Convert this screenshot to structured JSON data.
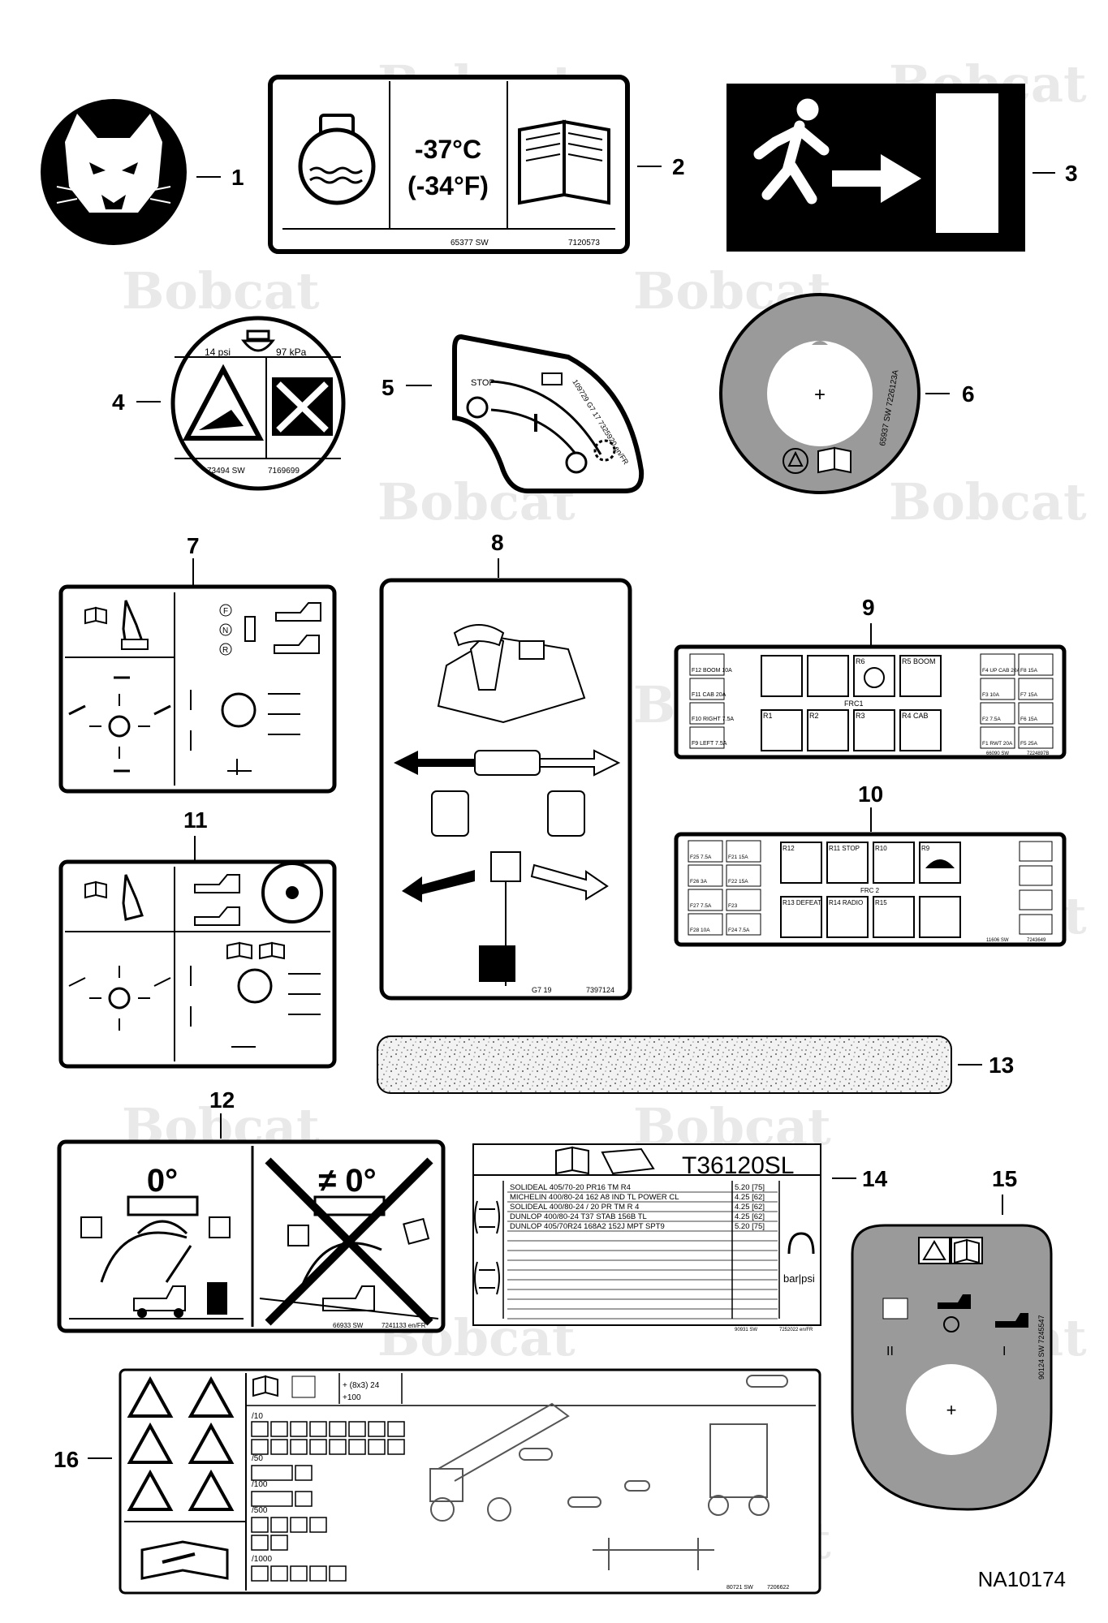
{
  "watermark": "Bobcat",
  "reference": "NA10174",
  "callouts": [
    "1",
    "2",
    "3",
    "4",
    "5",
    "6",
    "7",
    "8",
    "9",
    "10",
    "11",
    "12",
    "13",
    "14",
    "15",
    "16"
  ],
  "decal2": {
    "temp_c": "-37°C",
    "temp_f": "(-34°F)",
    "part_a": "65377 SW",
    "part_b": "7120573"
  },
  "decal4": {
    "psi": "14 psi",
    "kpa": "97 kPa",
    "part_a": "73494 SW",
    "part_b": "7169699"
  },
  "decal5": {
    "stop": "STOP",
    "part": "109729 G7 17 7325920 en/FR"
  },
  "decal6": {
    "part": "65937 SW  7226123A"
  },
  "decal8": {
    "part_a": "G7 19",
    "part_b": "7397124"
  },
  "decal9": {
    "fuses_left": [
      "F12 BOOM 10A",
      "F11 CAB 20A",
      "F10 RIGHT 7.5A",
      "F9 LEFT 7.5A"
    ],
    "relays": [
      "R6",
      "R5 BOOM",
      "R1",
      "R2",
      "R3",
      "R4 CAB"
    ],
    "frc": "FRC1",
    "fuses_right_a": [
      "F4 UP CAB 20A",
      "F3 10A",
      "F2 7.5A",
      "F1 RWT 20A"
    ],
    "fuses_right_b": [
      "F8 15A",
      "F7 15A",
      "F6 15A",
      "F5 25A"
    ],
    "part_a": "66090 SW",
    "part_b": "7224897B"
  },
  "decal10": {
    "fuses_left": [
      "F25 7.5A",
      "F26 3A",
      "F27 7.5A",
      "F28 10A"
    ],
    "fuses_mid": [
      "F21 15A",
      "F22 15A",
      "F23",
      "F24 7.5A"
    ],
    "relays": [
      "R12",
      "R11 STOP",
      "R10",
      "R9",
      "R13 DEFEAT",
      "R14 RADIO",
      "R15"
    ],
    "frc": "FRC 2",
    "part_a": "11606 SW",
    "part_b": "7243649"
  },
  "decal12": {
    "zero": "0°",
    "not_zero": "≠ 0°",
    "part_a": "66933 SW",
    "part_b": "7241133 en/FR"
  },
  "decal14": {
    "model": "T36120SL",
    "tires": [
      "SOLIDEAL  405/70-20  PR16  TM  R4",
      "MICHELIN  400/80-24  162  A8  IND  TL  POWER  CL",
      "SOLIDEAL  400/80-24  / 20  PR  TM  R  4",
      "DUNLOP  400/80-24  T37  STAB  156B  TL",
      "DUNLOP  405/70R24  168A2  152J  MPT  SPT9"
    ],
    "pressures": [
      "5.20 [75]",
      "4.25 [62]",
      "4.25 [62]",
      "4.25 [62]",
      "5.20 [75]"
    ],
    "unit": "bar|psi",
    "part_a": "90931 SW",
    "part_b": "7252022 en/FR"
  },
  "decal15": {
    "part": "90124 SW  7245547"
  },
  "decal16": {
    "intervals": [
      "/10",
      "/50",
      "/100",
      "/500",
      "/1000"
    ],
    "summary_a": "+ (8x3) 24",
    "summary_b": "+100",
    "part_a": "80721 SW",
    "part_b": "7206622"
  }
}
